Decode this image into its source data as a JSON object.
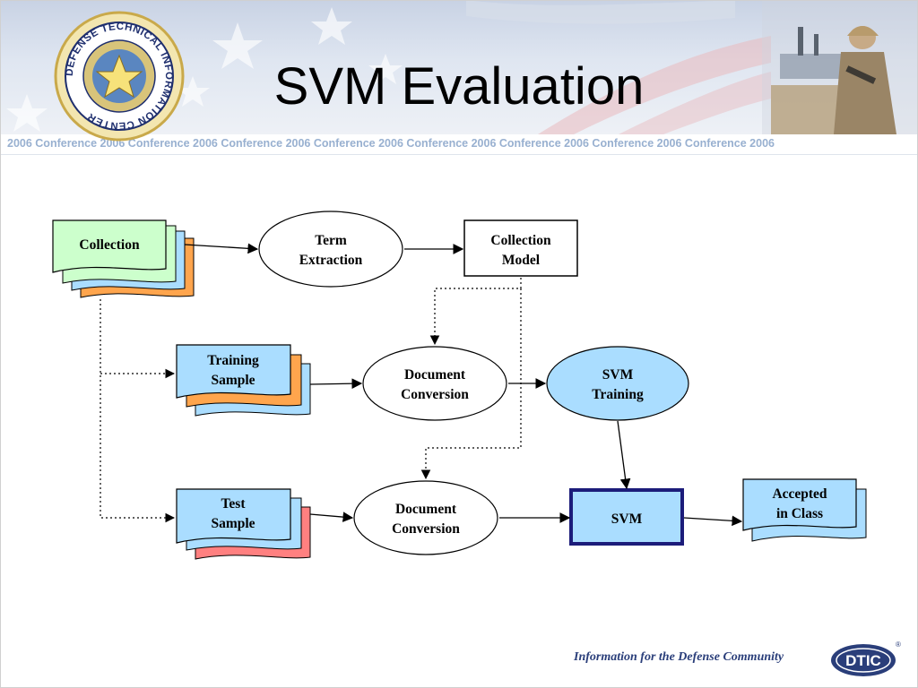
{
  "slide": {
    "title": "SVM Evaluation",
    "banner_strip": "2006 Conference 2006 Conference 2006 Conference 2006 Conference 2006 Conference 2006 Conference 2006 Conference 2006 Conference 2006",
    "seal_text": "DEFENSE TECHNICAL INFORMATION CENTER",
    "footer_tagline": "Information for the Defense Community",
    "footer_logo": "DTIC",
    "registered_mark": "®"
  },
  "diagram": {
    "nodes": {
      "collection": "Collection",
      "term_extraction": [
        "Term",
        "Extraction"
      ],
      "collection_model": [
        "Collection",
        "Model"
      ],
      "training_sample": [
        "Training",
        "Sample"
      ],
      "doc_conversion_train": [
        "Document",
        "Conversion"
      ],
      "svm_training": [
        "SVM",
        "Training"
      ],
      "test_sample": [
        "Test",
        "Sample"
      ],
      "doc_conversion_test": [
        "Document",
        "Conversion"
      ],
      "svm": "SVM",
      "accepted_in_class": [
        "Accepted",
        "in Class"
      ]
    }
  },
  "colors": {
    "doc_green": "#ccffcc",
    "doc_blue": "#aaddff",
    "doc_orange": "#ffa54d",
    "doc_red": "#ff8080",
    "node_light_blue": "#aaddff",
    "svm_border": "#1c1c7a",
    "footer_text": "#2a3e7a",
    "strip_text": "#98b0d0"
  },
  "icons": {
    "seal": "dtic-seal-icon",
    "photo": "soldier-photo-icon",
    "footer_logo": "dtic-logo-icon"
  }
}
